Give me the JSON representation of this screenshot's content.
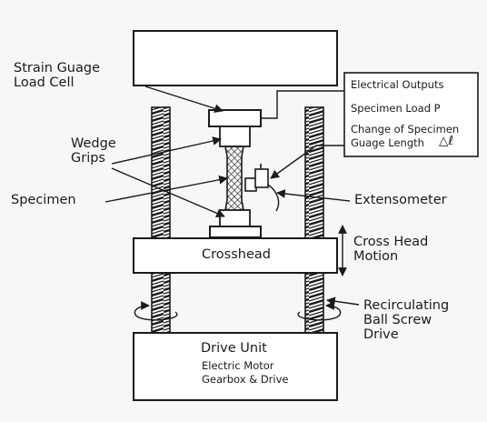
{
  "labels": {
    "strain_gauge_line1": "Strain Guage",
    "strain_gauge_line2": "Load Cell",
    "wedge_line1": "Wedge",
    "wedge_line2": "Grips",
    "specimen": "Specimen",
    "extensometer": "Extensometer",
    "crosshead": "Crosshead",
    "cross_head_motion_line1": "Cross Head",
    "cross_head_motion_line2": "Motion",
    "recirc_line1": "Recirculating",
    "recirc_line2": "Ball Screw",
    "recirc_line3": "Drive",
    "drive_unit": "Drive Unit",
    "electric_motor": "Electric Motor",
    "gearbox_drive": "Gearbox & Drive"
  },
  "outputs_box": {
    "title": "Electrical Outputs",
    "specimen_load": "Specimen Load P",
    "change_line1": "Change of Specimen",
    "change_line2": "Guage Length",
    "delta_symbol": "△ℓ"
  },
  "colors": {
    "ink": "#1b1b1b",
    "specimen_hatch": "#2a2a2a",
    "background": "#f7f7f6"
  }
}
